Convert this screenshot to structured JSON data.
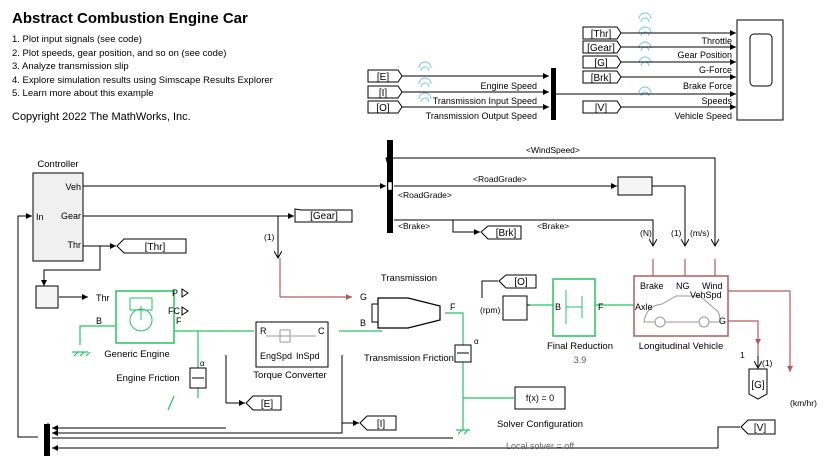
{
  "title": "Abstract Combustion Engine Car",
  "steps": [
    "1. Plot input signals (see code)",
    "2. Plot speeds, gear position, and so on (see code)",
    "3. Analyze transmission slip",
    "4. Explore simulation results using Simscape Results Explorer",
    "5. Learn more about this example"
  ],
  "copyright": "Copyright 2022 The MathWorks, Inc.",
  "scope_left": {
    "tags": [
      "[E]",
      "[I]",
      "[O]"
    ],
    "labels": [
      "Engine Speed",
      "Transmission Input Speed",
      "Transmission Output Speed"
    ]
  },
  "scope_right": {
    "tags": [
      "[Thr]",
      "[Gear]",
      "[G]",
      "[Brk]",
      "[V]"
    ],
    "labels": [
      "Throttle",
      "Gear Position",
      "G-Force",
      "Brake Force",
      "Speeds",
      "Vehicle Speed"
    ]
  },
  "controller": {
    "title": "Controller",
    "in": "In",
    "veh": "Veh",
    "gear": "Gear",
    "thr": "Thr"
  },
  "tags": {
    "gear": "[Gear]",
    "thr": "[Thr]",
    "brk": "[Brk]",
    "o": "[O]",
    "e": "[E]",
    "i": "[I]",
    "g": "[G]",
    "v": "[V]"
  },
  "bus_labels": {
    "wind": "<WindSpeed>",
    "road1": "<RoadGrade>",
    "road2": "<RoadGrade>",
    "brake1": "<Brake>",
    "brake2": "<Brake>"
  },
  "units": {
    "n": "(N)",
    "one": "(1)",
    "ms": "(m/s)",
    "rpm": "(rpm)",
    "kmhr": "(km/hr)",
    "one_b": "(1)",
    "one_c": "(1)"
  },
  "blocks": {
    "generic_engine": "Generic Engine",
    "engine_friction": "Engine Friction",
    "torque_converter": "Torque Converter",
    "tc_engspd": "EngSpd",
    "tc_inspd": "InSpd",
    "transmission": "Transmission",
    "transmission_friction": "Transmission Friction",
    "final_reduction": "Final Reduction",
    "final_ratio": "3.9",
    "vehicle": "Longitudinal Vehicle",
    "vehicle_ports": [
      "Brake",
      "NG",
      "Wind",
      "VehSpd",
      "Axle",
      "G"
    ],
    "solver": "f(x) = 0",
    "solver_label": "Solver Configuration",
    "local_solver": "Local solver = off",
    "gain_one": "1"
  },
  "port_letters": {
    "b": "B",
    "f": "F",
    "r": "R",
    "c": "C",
    "g": "G",
    "p": "P",
    "fc": "FC",
    "thr": "Thr",
    "alpha": "α"
  },
  "colors": {
    "physical": "#22c55e",
    "vehicle_line": "#b45a5a",
    "bus": "#000000",
    "wireless": "#8ecbf0"
  }
}
